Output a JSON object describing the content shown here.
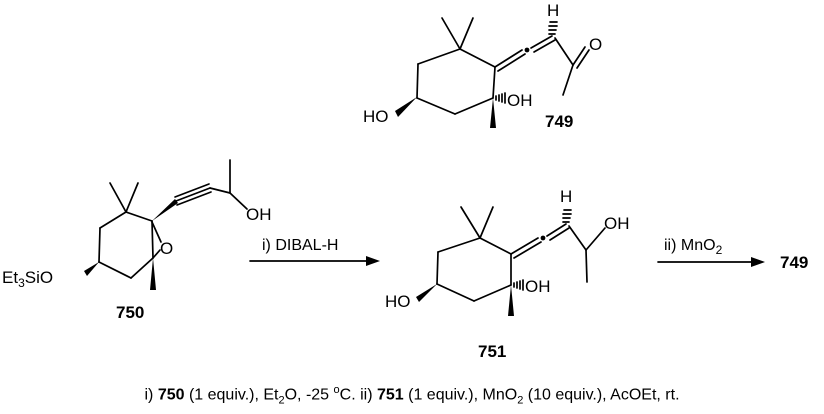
{
  "compounds": {
    "c749": {
      "number": "749",
      "labels": {
        "h": "H",
        "o": "O",
        "ho": "HO",
        "oh": "OH"
      }
    },
    "c750": {
      "number": "750",
      "labels": {
        "oh": "OH",
        "et": "Et",
        "et_sub": "3",
        "sio": "SiO",
        "o": "O"
      }
    },
    "c751": {
      "number": "751",
      "labels": {
        "h": "H",
        "oh_side": "OH",
        "ho": "HO",
        "oh_ring": "OH"
      }
    },
    "product_749": "749"
  },
  "arrows": {
    "step1": {
      "label": "i) DIBAL-H"
    },
    "step2": {
      "label_prefix": "ii) MnO",
      "label_sub": "2"
    }
  },
  "conditions": {
    "p1": "i) ",
    "n1": "750",
    "p2": " (1 equiv.), Et",
    "s1": "2",
    "p3": "O, -25 ",
    "sup1": "o",
    "p4": "C. ii) ",
    "n2": "751",
    "p5": " (1 equiv.), MnO",
    "s2": "2",
    "p6": " (10 equiv.), AcOEt, rt."
  }
}
